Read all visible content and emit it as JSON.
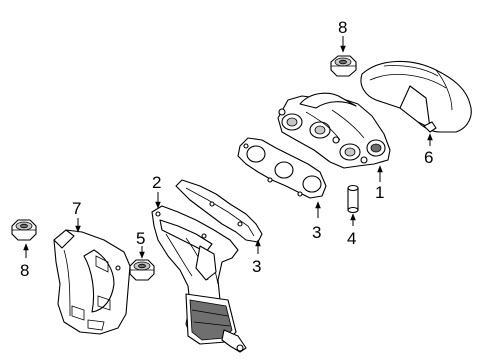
{
  "callouts": {
    "exhaust_manifold": "1",
    "manifold_gasket": "2",
    "gasket_upper": "3",
    "gasket_lower": "3",
    "stud": "4",
    "nut_center": "5",
    "heat_shield": "6",
    "converter_shield": "7",
    "nut_top": "8",
    "nut_left": "8"
  }
}
